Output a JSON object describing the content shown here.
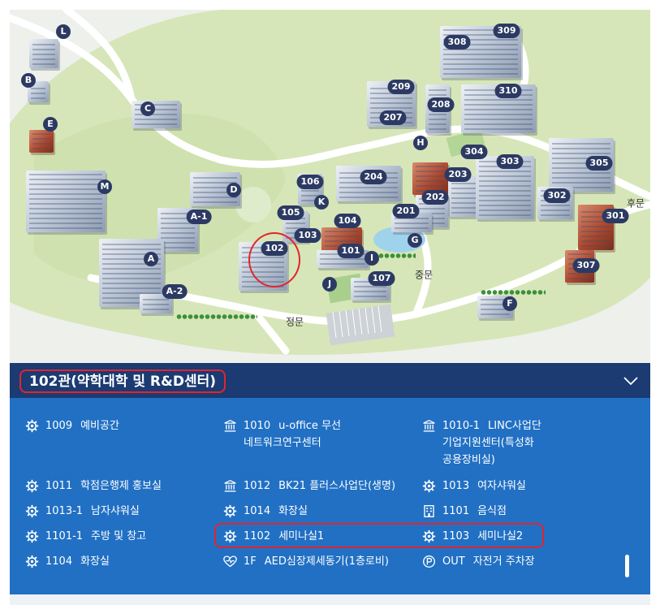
{
  "map": {
    "labels": {
      "L": "L",
      "B": "B",
      "E": "E",
      "C": "C",
      "M": "M",
      "D": "D",
      "A1": "A-1",
      "A": "A",
      "A2": "A-2",
      "b106": "106",
      "bK": "K",
      "b105": "105",
      "b104": "104",
      "b103": "103",
      "b102": "102",
      "b101": "101",
      "bI": "I",
      "bJ": "J",
      "b107": "107",
      "b204": "204",
      "b201": "201",
      "b202": "202",
      "b203": "203",
      "bG": "G",
      "bH": "H",
      "b207": "207",
      "b209": "209",
      "b208": "208",
      "b308": "308",
      "b309": "309",
      "b310": "310",
      "b304": "304",
      "b303": "303",
      "b305": "305",
      "b302": "302",
      "b301": "301",
      "b307": "307",
      "bF": "F"
    },
    "gates": {
      "main": "정문",
      "middle": "중문",
      "rear": "후문"
    }
  },
  "panel": {
    "title": "102관(약학대학 및 R&D센터)",
    "rooms": [
      {
        "icon": "gear-icon",
        "code": "1009",
        "name": "예비공간"
      },
      {
        "icon": "museum-icon",
        "code": "1010",
        "name": "u-office 무선",
        "name2": "네트워크연구센터"
      },
      {
        "icon": "museum-icon",
        "code": "1010-1",
        "name": "LINC사업단",
        "name2": "기업지원센터(특성화",
        "name3": "공용장비실)"
      },
      {
        "icon": "gear-icon",
        "code": "1011",
        "name": "학점은행제 홍보실"
      },
      {
        "icon": "museum-icon",
        "code": "1012",
        "name": "BK21 플러스사업단(생명)"
      },
      {
        "icon": "gear-icon",
        "code": "1013",
        "name": "여자샤워실"
      },
      {
        "icon": "gear-icon",
        "code": "1013-1",
        "name": "남자샤워실"
      },
      {
        "icon": "gear-icon",
        "code": "1014",
        "name": "화장실"
      },
      {
        "icon": "building-icon",
        "code": "1101",
        "name": "음식점"
      },
      {
        "icon": "gear-icon",
        "code": "1101-1",
        "name": "주방 및 창고"
      },
      {
        "icon": "gear-icon",
        "code": "1102",
        "name": "세미나실1"
      },
      {
        "icon": "gear-icon",
        "code": "1103",
        "name": "세미나실2"
      },
      {
        "icon": "gear-icon",
        "code": "1104",
        "name": "화장실"
      },
      {
        "icon": "heart-pulse-icon",
        "code": "1F",
        "name": "AED심장제세동기(1층로비)"
      },
      {
        "icon": "parking-icon",
        "code": "OUT",
        "name": "자전거 주차장"
      }
    ]
  },
  "colors": {
    "panel_header": "#1b3b72",
    "panel_body": "#2170c4",
    "label_bg": "#2c3a63",
    "highlight": "#e2242d"
  }
}
